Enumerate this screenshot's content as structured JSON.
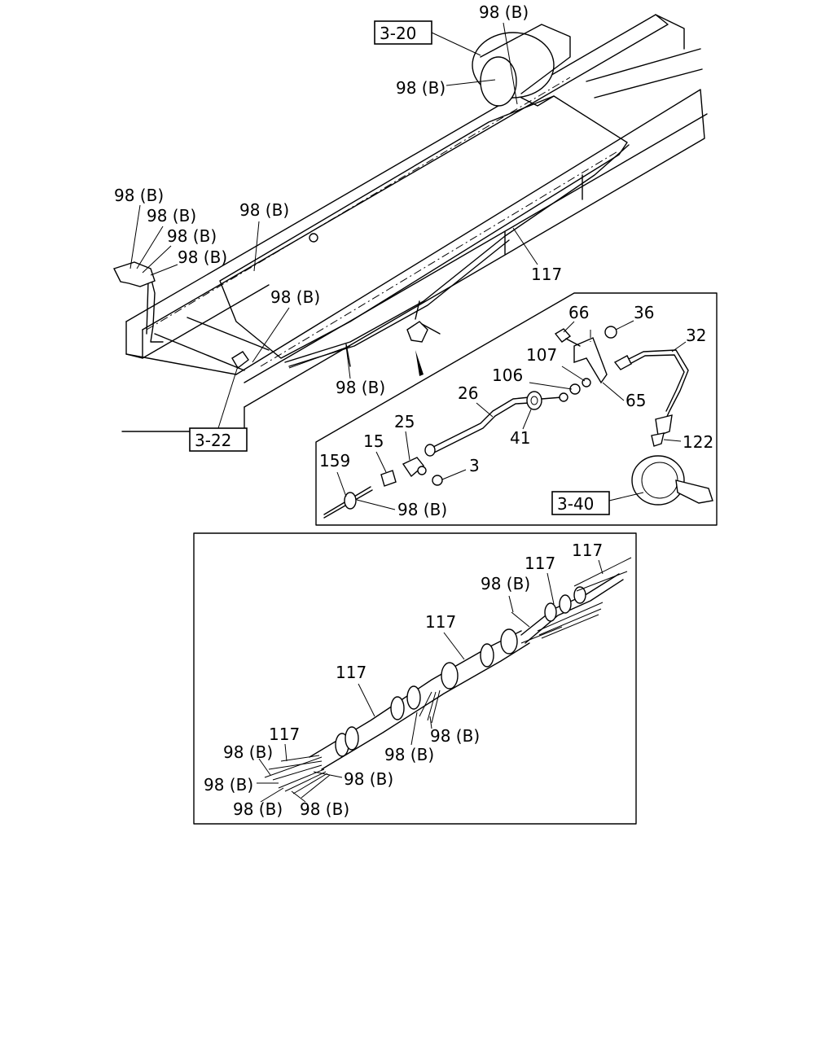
{
  "callouts": {
    "ref_3_20": "3-20",
    "ref_3_22": "3-22",
    "ref_3_40": "3-40",
    "label_98b": "98 (B)",
    "label_117": "117",
    "label_66": "66",
    "label_36": "36",
    "label_32": "32",
    "label_107": "107",
    "label_106": "106",
    "label_65": "65",
    "label_26": "26",
    "label_25": "25",
    "label_15": "15",
    "label_41": "41",
    "label_122": "122",
    "label_159": "159",
    "label_3": "3"
  },
  "colors": {
    "line": "#000000",
    "background": "#ffffff"
  }
}
